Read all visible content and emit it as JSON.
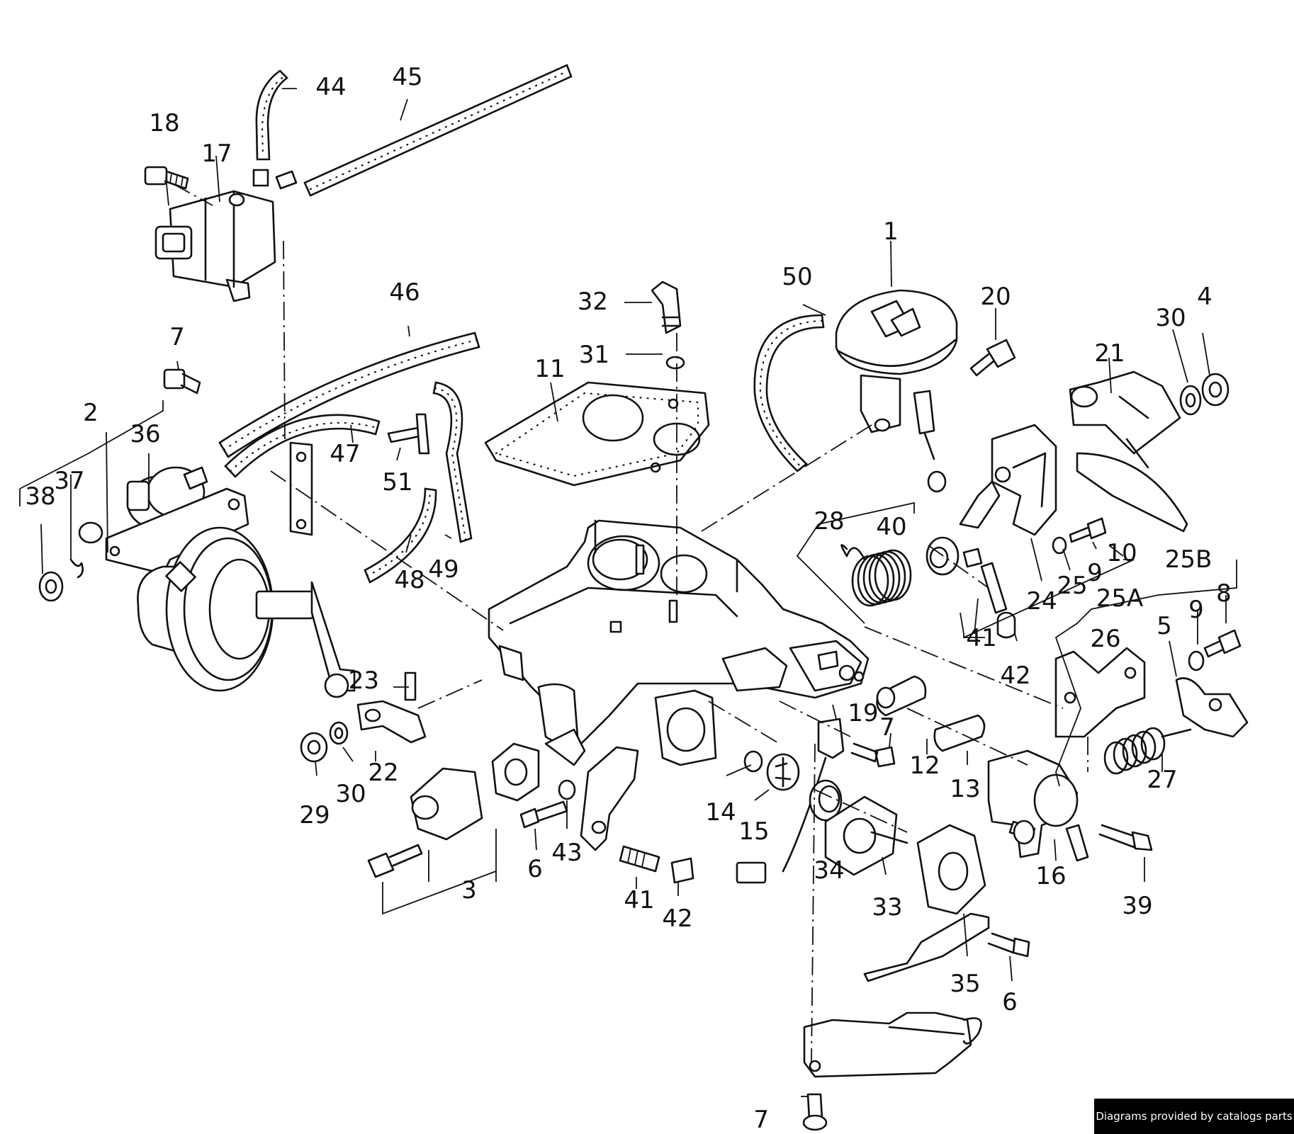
{
  "diagram": {
    "labels": [
      {
        "id": "p1",
        "text": "1"
      },
      {
        "id": "p2",
        "text": "2"
      },
      {
        "id": "p3",
        "text": "3"
      },
      {
        "id": "p4",
        "text": "4"
      },
      {
        "id": "p5",
        "text": "5"
      },
      {
        "id": "p6a",
        "text": "6"
      },
      {
        "id": "p6b",
        "text": "6"
      },
      {
        "id": "p7a",
        "text": "7"
      },
      {
        "id": "p7b",
        "text": "7"
      },
      {
        "id": "p7c",
        "text": "7"
      },
      {
        "id": "p8",
        "text": "8"
      },
      {
        "id": "p9a",
        "text": "9"
      },
      {
        "id": "p9b",
        "text": "9"
      },
      {
        "id": "p10",
        "text": "10"
      },
      {
        "id": "p11",
        "text": "11"
      },
      {
        "id": "p12",
        "text": "12"
      },
      {
        "id": "p13",
        "text": "13"
      },
      {
        "id": "p14",
        "text": "14"
      },
      {
        "id": "p15",
        "text": "15"
      },
      {
        "id": "p16",
        "text": "16"
      },
      {
        "id": "p17",
        "text": "17"
      },
      {
        "id": "p18",
        "text": "18"
      },
      {
        "id": "p19",
        "text": "19"
      },
      {
        "id": "p20",
        "text": "20"
      },
      {
        "id": "p21",
        "text": "21"
      },
      {
        "id": "p22",
        "text": "22"
      },
      {
        "id": "p23",
        "text": "23"
      },
      {
        "id": "p24",
        "text": "24"
      },
      {
        "id": "p25",
        "text": "25"
      },
      {
        "id": "p25a",
        "text": "25A"
      },
      {
        "id": "p25b",
        "text": "25B"
      },
      {
        "id": "p26",
        "text": "26"
      },
      {
        "id": "p27",
        "text": "27"
      },
      {
        "id": "p28",
        "text": "28"
      },
      {
        "id": "p29",
        "text": "29"
      },
      {
        "id": "p30a",
        "text": "30"
      },
      {
        "id": "p30b",
        "text": "30"
      },
      {
        "id": "p31",
        "text": "31"
      },
      {
        "id": "p32",
        "text": "32"
      },
      {
        "id": "p33",
        "text": "33"
      },
      {
        "id": "p34",
        "text": "34"
      },
      {
        "id": "p35",
        "text": "35"
      },
      {
        "id": "p36",
        "text": "36"
      },
      {
        "id": "p37",
        "text": "37"
      },
      {
        "id": "p38",
        "text": "38"
      },
      {
        "id": "p39",
        "text": "39"
      },
      {
        "id": "p40",
        "text": "40"
      },
      {
        "id": "p41a",
        "text": "41"
      },
      {
        "id": "p41b",
        "text": "41"
      },
      {
        "id": "p42a",
        "text": "42"
      },
      {
        "id": "p42b",
        "text": "42"
      },
      {
        "id": "p43",
        "text": "43"
      },
      {
        "id": "p44",
        "text": "44"
      },
      {
        "id": "p45",
        "text": "45"
      },
      {
        "id": "p46",
        "text": "46"
      },
      {
        "id": "p47",
        "text": "47"
      },
      {
        "id": "p48",
        "text": "48"
      },
      {
        "id": "p49",
        "text": "49"
      },
      {
        "id": "p50",
        "text": "50"
      },
      {
        "id": "p51",
        "text": "51"
      }
    ]
  },
  "watermark": "Diagrams provided by catalogs parts"
}
